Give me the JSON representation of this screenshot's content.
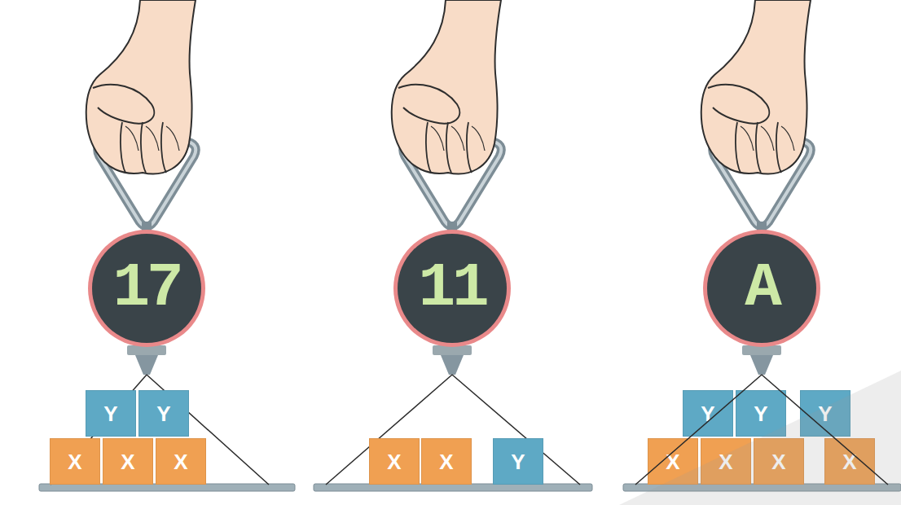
{
  "diagram": {
    "nodes": [
      {
        "text": [
          "17"
        ]
      },
      {
        "text": [
          "Y"
        ]
      },
      {
        "text": [
          "Y"
        ]
      },
      {
        "text": [
          "X"
        ]
      },
      {
        "text": [
          "X"
        ]
      },
      {
        "text": [
          "X"
        ]
      },
      {
        "text": [
          "11"
        ]
      },
      {
        "text": [
          "X"
        ]
      },
      {
        "text": [
          "X"
        ]
      },
      {
        "text": [
          "Y"
        ]
      },
      {
        "text": [
          "A"
        ]
      },
      {
        "text": [
          "Y"
        ]
      },
      {
        "text": [
          "Y"
        ]
      },
      {
        "text": [
          "Y"
        ]
      },
      {
        "text": [
          "X"
        ]
      },
      {
        "text": [
          "X"
        ]
      },
      {
        "text": [
          "X"
        ]
      },
      {
        "text": [
          "X"
        ]
      }
    ]
  }
}
